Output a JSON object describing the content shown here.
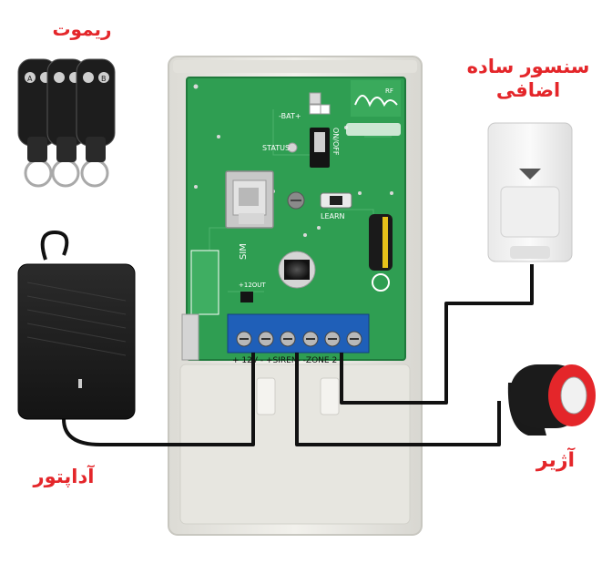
{
  "labels": {
    "remote": "ریموت",
    "sensor_line1": "سنسور ساده",
    "sensor_line2": "اضافی",
    "adapter": "آداپتور",
    "siren": "آژیر"
  },
  "remote_buttons": [
    "A",
    "B"
  ],
  "pcb": {
    "bat": "-BAT+",
    "status": "STATUS",
    "onoff": "ON/OFF",
    "learn": "LEARN",
    "sim": "SIM",
    "v12out": "+12OUT",
    "rf": "RF",
    "terminal_strip": "+ 12V - +SIREN- -ZONE 2"
  },
  "colors": {
    "label_red": "#e4262a",
    "pcb_green": "#2f9e52",
    "terminal_blue": "#1f5fb8",
    "housing": "#ecebe6",
    "wire": "#111111"
  }
}
